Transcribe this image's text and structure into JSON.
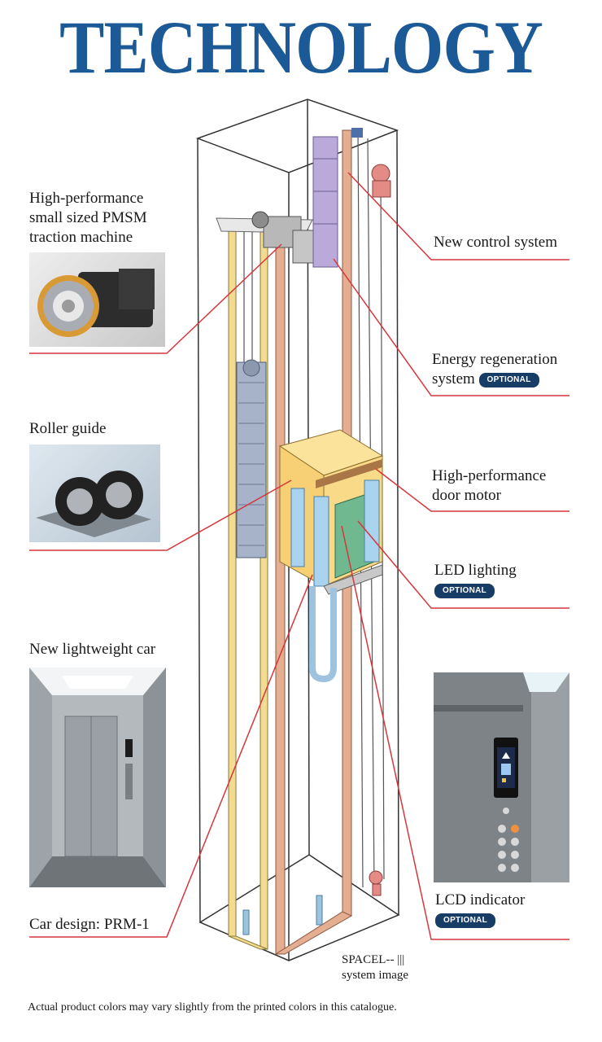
{
  "title": "TECHNOLOGY",
  "colors": {
    "title_blue": "#1b5a96",
    "leader_red": "#d6363c",
    "badge_navy": "#173c66",
    "rail_yellow": "#f1d88a",
    "rail_copper": "#e0a88a",
    "car_yellow": "#f8d780",
    "panel_blue": "#a9d4ee",
    "controller_violet": "#b9a6d8"
  },
  "badge_text": "OPTIONAL",
  "labels": {
    "traction_machine": [
      "High-performance",
      "small sized PMSM",
      "traction machine"
    ],
    "roller_guide": "Roller guide",
    "lightweight_car": "New lightweight car",
    "car_design": "Car design: PRM-1",
    "control_system": "New control system",
    "energy_regeneration": [
      "Energy regeneration",
      "system"
    ],
    "door_motor": [
      "High-performance",
      "door motor"
    ],
    "led_lighting": "LED lighting",
    "lcd_indicator": "LCD indicator"
  },
  "system_caption": [
    "SPACEL-- |||",
    "system image"
  ],
  "footer": "Actual product colors may vary slightly from the printed colors in this catalogue."
}
